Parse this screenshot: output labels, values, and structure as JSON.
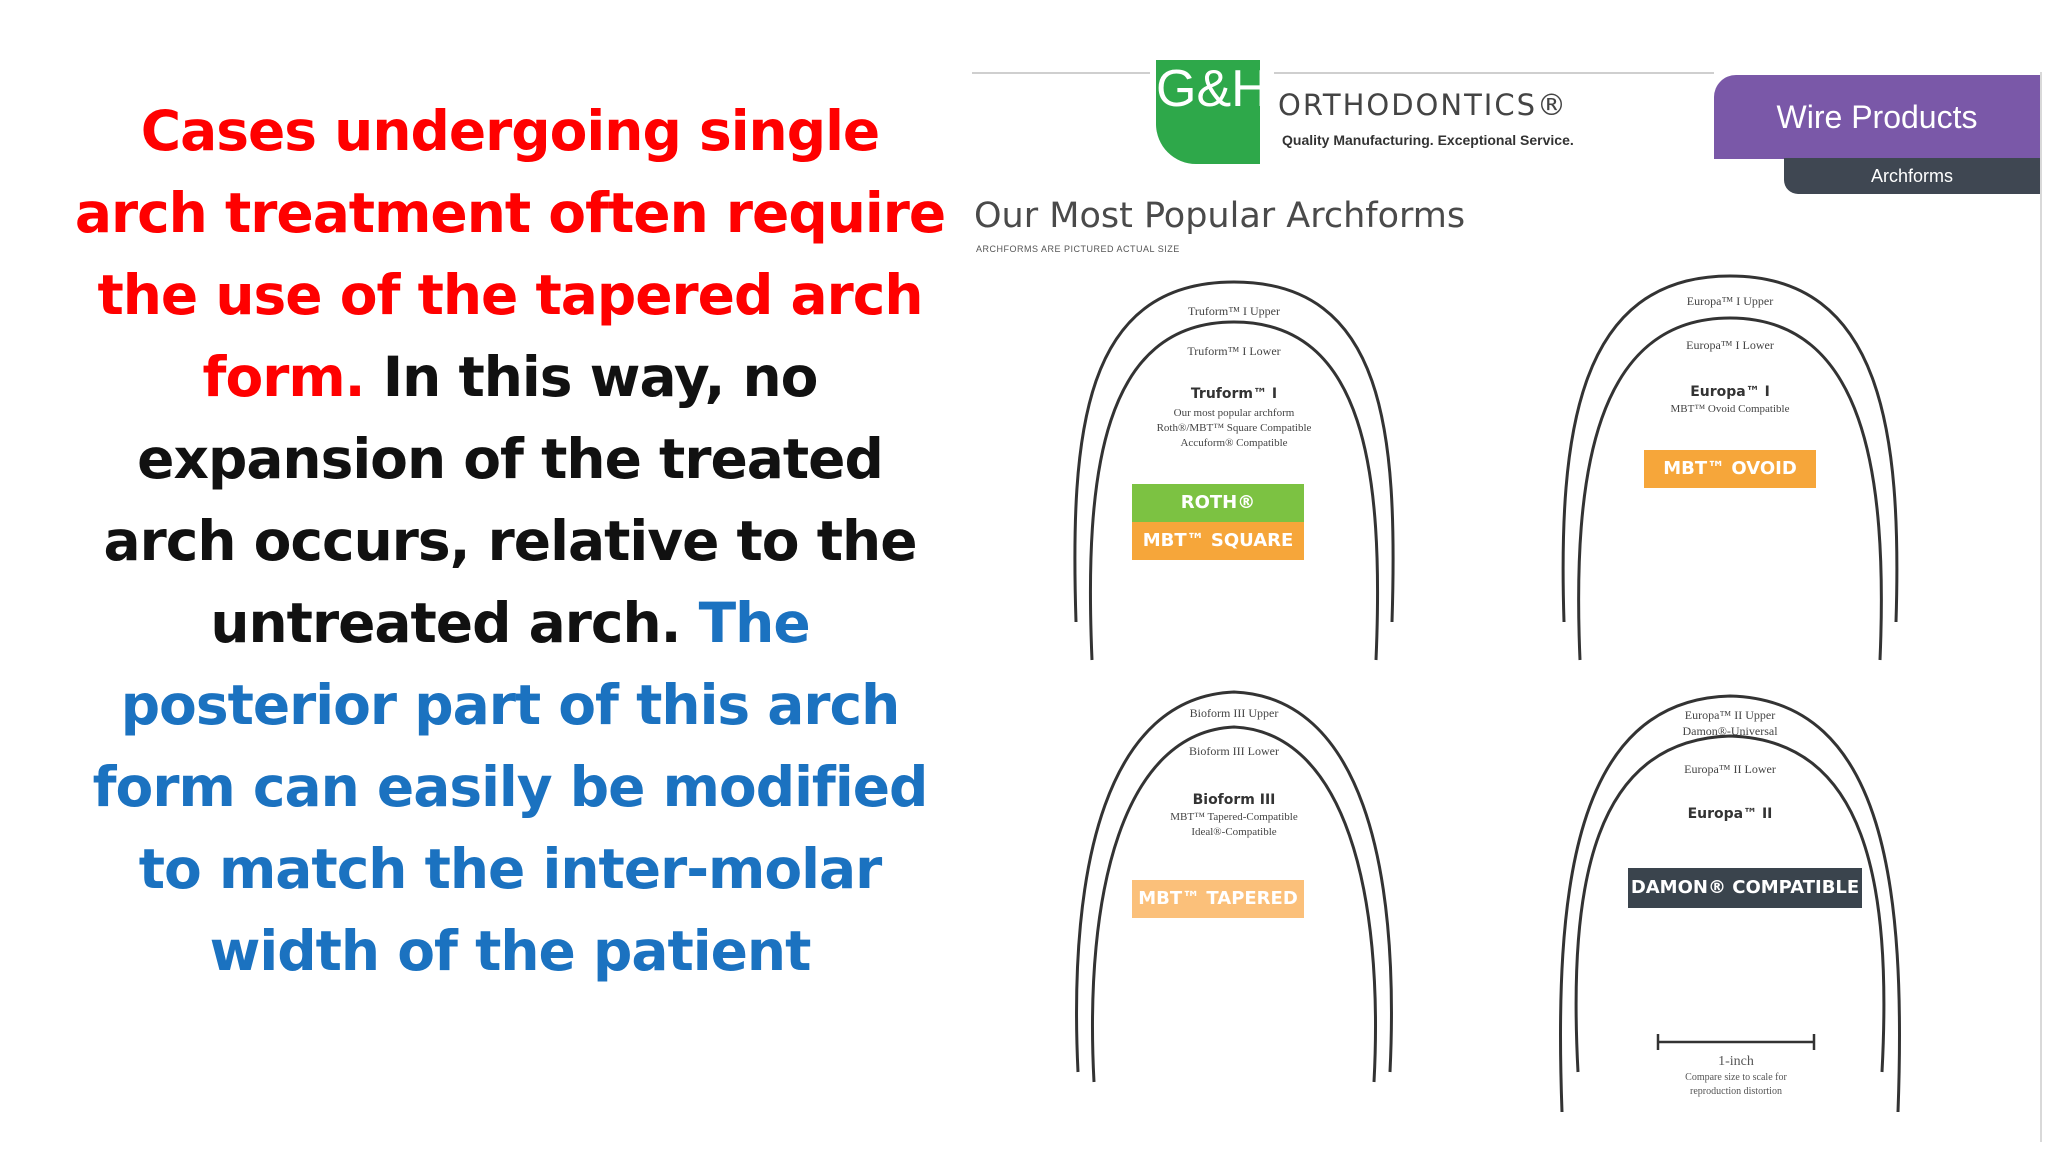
{
  "left_text": {
    "red": "Cases undergoing single arch treatment often require the use of the tapered arch form.",
    "black": "In this way, no expansion of the treated arch occurs, relative to the untreated arch.",
    "blue": "The posterior part of this arch form can easily be modified to match the inter-molar width of the patient"
  },
  "catalog": {
    "logo": "G&H",
    "brand_name": "ORTHODONTICS®",
    "brand_tagline": "Quality Manufacturing. Exceptional Service.",
    "tab_primary": "Wire Products",
    "tab_secondary": "Archforms",
    "heading": "Our Most Popular Archforms",
    "subheading": "ARCHFORMS ARE PICTURED ACTUAL SIZE",
    "archforms": [
      {
        "upper_label": "Truform™ I Upper",
        "lower_label": "Truform™ I Lower",
        "name": "Truform™ I",
        "description": [
          "Our most popular archform",
          "Roth®/MBT™ Square Compatible",
          "Accuform® Compatible"
        ],
        "chips": [
          "ROTH®",
          "MBT™ SQUARE"
        ]
      },
      {
        "upper_label": "Europa™ I Upper",
        "lower_label": "Europa™ I Lower",
        "name": "Europa™ I",
        "description": [
          "MBT™ Ovoid Compatible"
        ],
        "chips": [
          "MBT™ OVOID"
        ]
      },
      {
        "upper_label": "Bioform III Upper",
        "lower_label": "Bioform III Lower",
        "name": "Bioform III",
        "description": [
          "MBT™ Tapered-Compatible",
          "Ideal®-Compatible"
        ],
        "chips": [
          "MBT™ TAPERED"
        ]
      },
      {
        "upper_label": "Europa™ II Upper",
        "upper_label_2": "Damon®-Universal",
        "lower_label": "Europa™ II Lower",
        "name": "Europa™ II",
        "description": [],
        "chips": [
          "DAMON® COMPATIBLE"
        ]
      }
    ],
    "scale": {
      "label": "1-inch",
      "note_1": "Compare size to scale for",
      "note_2": "reproduction distortion"
    },
    "colors": {
      "logo_green": "#2ea84a",
      "tab_purple": "#7a58a8",
      "tab_dark": "#3f4752",
      "chip_green": "#7cc242",
      "chip_orange": "#f6a63a",
      "chip_dark": "#3a444d"
    }
  }
}
